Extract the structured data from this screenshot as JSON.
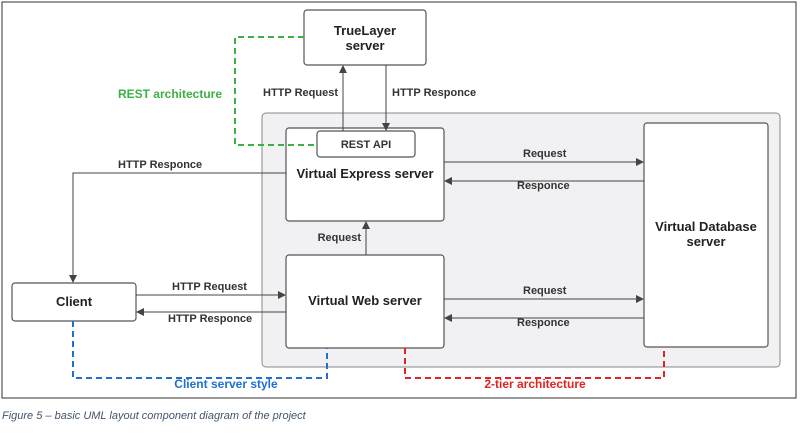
{
  "nodes": {
    "truelayer": [
      "TrueLayer",
      "server"
    ],
    "rest_api": "REST API",
    "express": "Virtual Express server",
    "web": "Virtual Web server",
    "database": [
      "Virtual Database",
      "server"
    ],
    "client": "Client"
  },
  "edges": {
    "tl_request": "HTTP Request",
    "tl_response": "HTTP Responce",
    "express_to_client": "HTTP Responce",
    "express_db_request": "Request",
    "express_db_response": "Responce",
    "web_to_express": "Request",
    "client_to_web": "HTTP Request",
    "web_to_client": "HTTP Responce",
    "web_db_request": "Request",
    "web_db_response": "Responce"
  },
  "groups": {
    "rest": {
      "label": "REST architecture",
      "color": "#3cb043"
    },
    "client_server": {
      "label": "Client server style",
      "color": "#1f6fd1"
    },
    "two_tier": {
      "label": "2-tier architecture",
      "color": "#e32222"
    }
  },
  "caption": "Figure 5 – basic UML layout component diagram of the project"
}
